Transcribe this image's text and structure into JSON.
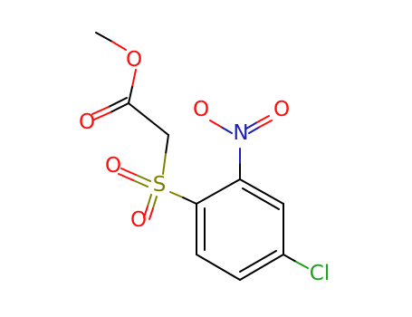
{
  "molecule": {
    "atoms": [
      {
        "id": "O_methoxy",
        "label": "O",
        "color": "#ff0d0d"
      },
      {
        "id": "O_carbonyl",
        "label": "O",
        "color": "#ff0d0d"
      },
      {
        "id": "S",
        "label": "S",
        "color": "#808000"
      },
      {
        "id": "O_sulfonyl_1",
        "label": "O",
        "color": "#ff0d0d"
      },
      {
        "id": "O_sulfonyl_2",
        "label": "O",
        "color": "#ff0d0d"
      },
      {
        "id": "N",
        "label": "N",
        "color": "#1e1eb4"
      },
      {
        "id": "O_nitro_1",
        "label": "O",
        "color": "#ff0d0d"
      },
      {
        "id": "O_nitro_2",
        "label": "O",
        "color": "#ff0d0d"
      },
      {
        "id": "Cl",
        "label": "Cl",
        "color": "#1ea01e"
      }
    ],
    "bond_color": "#000000"
  }
}
